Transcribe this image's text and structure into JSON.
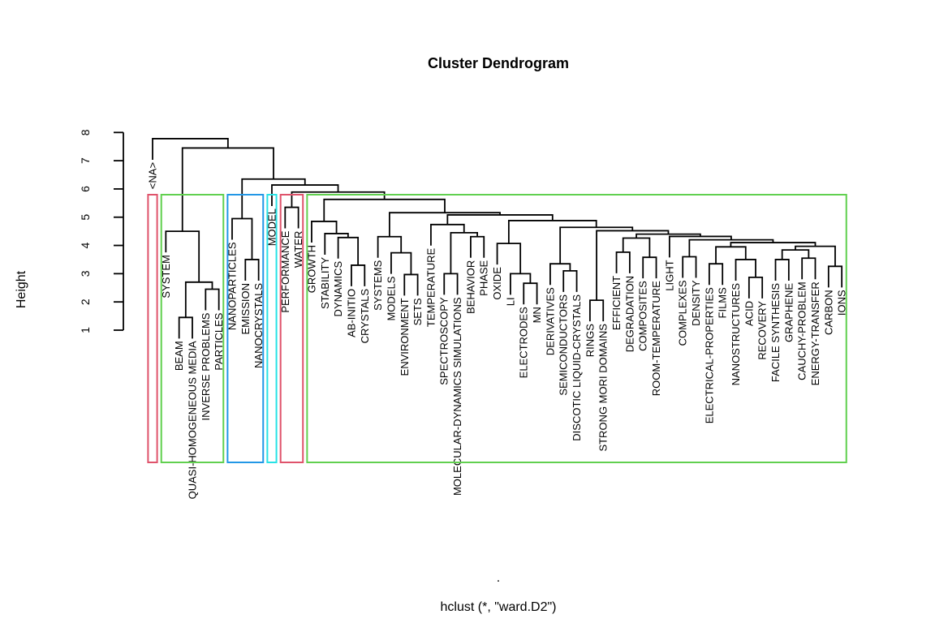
{
  "title": "Cluster Dendrogram",
  "xlabel": ".",
  "subtitle": "hclust (*, \"ward.D2\")",
  "ylabel": "Height",
  "chart_data": {
    "type": "dendrogram",
    "title": "Cluster Dendrogram",
    "xlab": ".",
    "sub": "hclust (*, \"ward.D2\")",
    "ylabel": "Height",
    "y_ticks": [
      1,
      2,
      3,
      4,
      5,
      6,
      7,
      8
    ],
    "ylim": [
      1,
      8
    ],
    "line_color": "#000000",
    "leaves": [
      "<NA>",
      "SYSTEM",
      "BEAM",
      "QUASI-HOMOGENEOUS MEDIA",
      "INVERSE PROBLEMS",
      "PARTICLES",
      "NANOPARTICLES",
      "EMISSION",
      "NANOCRYSTALS",
      "MODEL",
      "PERFORMANCE",
      "WATER",
      "GROWTH",
      "STABILITY",
      "DYNAMICS",
      "AB-INITIO",
      "CRYSTALS",
      "SYSTEMS",
      "MODELS",
      "ENVIRONMENT",
      "SETS",
      "TEMPERATURE",
      "SPECTROSCOPY",
      "MOLECULAR-DYNAMICS SIMULATIONS",
      "BEHAVIOR",
      "PHASE",
      "OXIDE",
      "LI",
      "ELECTRODES",
      "MN",
      "DERIVATIVES",
      "SEMICONDUCTORS",
      "DISCOTIC LIQUID-CRYSTALS",
      "RINGS",
      "STRONG MORI DOMAINS",
      "EFFICIENT",
      "DEGRADATION",
      "COMPOSITES",
      "ROOM-TEMPERATURE",
      "LIGHT",
      "COMPLEXES",
      "DENSITY",
      "ELECTRICAL-PROPERTIES",
      "FILMS",
      "NANOSTRUCTURES",
      "ACID",
      "RECOVERY",
      "FACILE SYNTHESIS",
      "GRAPHENE",
      "CAUCHY-PROBLEM",
      "ENERGY-TRANSFER",
      "CARBON",
      "IONS"
    ],
    "merges": [
      {
        "a": "L2",
        "b": "L3",
        "h": 1.45
      },
      {
        "a": "L4",
        "b": "L5",
        "h": 2.45
      },
      {
        "a": "M0",
        "b": "M1",
        "h": 2.7
      },
      {
        "a": "L1",
        "b": "M2",
        "h": 4.5
      },
      {
        "a": "L7",
        "b": "L8",
        "h": 3.5
      },
      {
        "a": "L6",
        "b": "M4",
        "h": 4.95
      },
      {
        "a": "L10",
        "b": "L11",
        "h": 5.35
      },
      {
        "a": "L15",
        "b": "L16",
        "h": 3.3
      },
      {
        "a": "L14",
        "b": "M7",
        "h": 4.28
      },
      {
        "a": "L13",
        "b": "M8",
        "h": 4.42
      },
      {
        "a": "L12",
        "b": "M9",
        "h": 4.85
      },
      {
        "a": "L19",
        "b": "L20",
        "h": 2.97
      },
      {
        "a": "L18",
        "b": "M11",
        "h": 3.74
      },
      {
        "a": "L17",
        "b": "M12",
        "h": 4.31
      },
      {
        "a": "L22",
        "b": "L23",
        "h": 3.0
      },
      {
        "a": "L24",
        "b": "L25",
        "h": 4.31
      },
      {
        "a": "M14",
        "b": "M15",
        "h": 4.45
      },
      {
        "a": "L21",
        "b": "M16",
        "h": 4.74
      },
      {
        "a": "L28",
        "b": "L29",
        "h": 2.66
      },
      {
        "a": "L27",
        "b": "M18",
        "h": 3.0
      },
      {
        "a": "L26",
        "b": "M19",
        "h": 4.07
      },
      {
        "a": "L31",
        "b": "L32",
        "h": 3.1
      },
      {
        "a": "L30",
        "b": "M21",
        "h": 3.35
      },
      {
        "a": "L33",
        "b": "L34",
        "h": 2.06
      },
      {
        "a": "L35",
        "b": "L36",
        "h": 3.76
      },
      {
        "a": "L37",
        "b": "L38",
        "h": 3.58
      },
      {
        "a": "M24",
        "b": "M25",
        "h": 4.26
      },
      {
        "a": "L40",
        "b": "L41",
        "h": 3.6
      },
      {
        "a": "L42",
        "b": "L43",
        "h": 3.35
      },
      {
        "a": "L45",
        "b": "L46",
        "h": 2.87
      },
      {
        "a": "L44",
        "b": "M29",
        "h": 3.5
      },
      {
        "a": "M28",
        "b": "M30",
        "h": 3.95
      },
      {
        "a": "L47",
        "b": "L48",
        "h": 3.5
      },
      {
        "a": "L49",
        "b": "L50",
        "h": 3.55
      },
      {
        "a": "M32",
        "b": "M33",
        "h": 3.84
      },
      {
        "a": "L51",
        "b": "L52",
        "h": 3.26
      },
      {
        "a": "M34",
        "b": "M35",
        "h": 3.97
      },
      {
        "a": "M31",
        "b": "M36",
        "h": 4.1
      },
      {
        "a": "M27",
        "b": "M37",
        "h": 4.2
      },
      {
        "a": "L39",
        "b": "M38",
        "h": 4.32
      },
      {
        "a": "M26",
        "b": "M39",
        "h": 4.4
      },
      {
        "a": "M23",
        "b": "M40",
        "h": 4.52
      },
      {
        "a": "M22",
        "b": "M41",
        "h": 4.64
      },
      {
        "a": "M20",
        "b": "M42",
        "h": 4.88
      },
      {
        "a": "M17",
        "b": "M43",
        "h": 5.08
      },
      {
        "a": "M13",
        "b": "M44",
        "h": 5.16
      },
      {
        "a": "M10",
        "b": "M45",
        "h": 5.63
      },
      {
        "a": "M6",
        "b": "M46",
        "h": 5.89
      },
      {
        "a": "L9",
        "b": "M47",
        "h": 6.14
      },
      {
        "a": "M5",
        "b": "M48",
        "h": 6.35
      },
      {
        "a": "M3",
        "b": "M49",
        "h": 7.45
      },
      {
        "a": "L0",
        "b": "M50",
        "h": 7.78
      }
    ],
    "clusters": [
      {
        "from": 0,
        "to": 0,
        "color": "#DF536B"
      },
      {
        "from": 1,
        "to": 5,
        "color": "#61D04F"
      },
      {
        "from": 6,
        "to": 8,
        "color": "#2297E6"
      },
      {
        "from": 9,
        "to": 9,
        "color": "#28E2E5"
      },
      {
        "from": 10,
        "to": 11,
        "color": "#DF536B"
      },
      {
        "from": 12,
        "to": 52,
        "color": "#61D04F"
      }
    ]
  }
}
